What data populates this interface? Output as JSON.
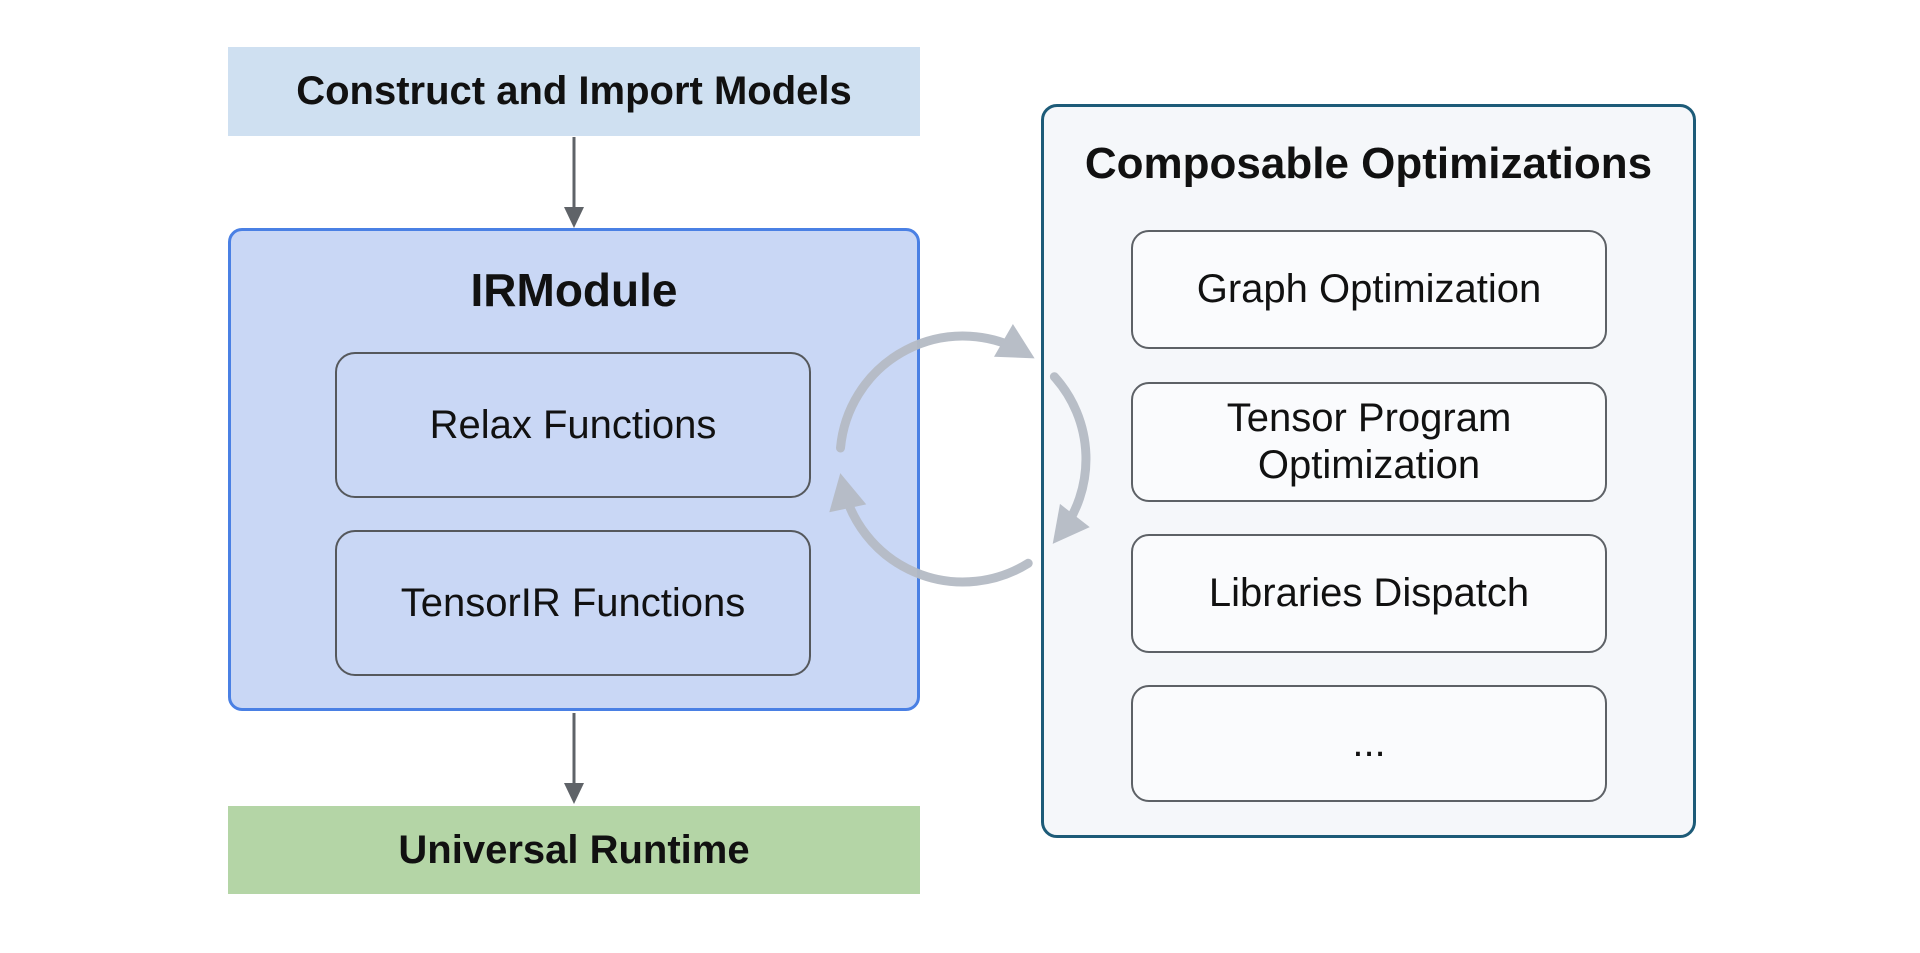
{
  "diagram": {
    "top_box_label": "Construct and Import Models",
    "irmodule": {
      "title": "IRModule",
      "children": [
        {
          "label": "Relax Functions"
        },
        {
          "label": "TensorIR Functions"
        }
      ]
    },
    "runtime_label": "Universal Runtime",
    "right_panel": {
      "title": "Composable Optimizations",
      "items": [
        {
          "label": "Graph Optimization"
        },
        {
          "label": "Tensor Program Optimization"
        },
        {
          "label": "Libraries Dispatch"
        },
        {
          "label": "..."
        }
      ]
    },
    "icons": {
      "flow_arrow": "down-arrow-icon",
      "cycle": "cycle-arrows-icon"
    },
    "colors": {
      "top_box_bg": "#cfe0f1",
      "irmodule_bg": "#c9d7f5",
      "irmodule_border": "#4a80e4",
      "inner_box_border": "#55585c",
      "panel_bg": "#f5f7fa",
      "panel_border": "#1d5b78",
      "panel_item_bg": "#fafbfd",
      "runtime_bg": "#b4d5a6",
      "flow_arrow": "#5f6368",
      "cycle_arrow": "#b5bbc5",
      "text": "#111111"
    }
  }
}
